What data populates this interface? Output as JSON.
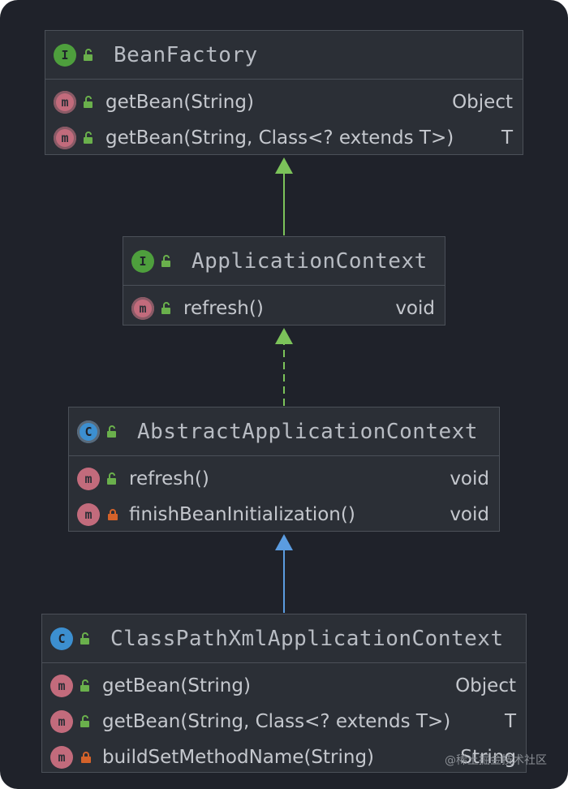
{
  "classes": [
    {
      "name": "BeanFactory",
      "kind": "interface",
      "kind_letter": "I",
      "methods": [
        {
          "signature": "getBean(String)",
          "return_type": "Object",
          "visibility": "public",
          "overridden": true
        },
        {
          "signature": "getBean(String, Class<? extends T>)",
          "return_type": "T",
          "visibility": "public",
          "overridden": true
        }
      ]
    },
    {
      "name": "ApplicationContext",
      "kind": "interface",
      "kind_letter": "I",
      "methods": [
        {
          "signature": "refresh()",
          "return_type": "void",
          "visibility": "public",
          "overridden": true
        }
      ]
    },
    {
      "name": "AbstractApplicationContext",
      "kind": "abstract-class",
      "kind_letter": "C",
      "methods": [
        {
          "signature": "refresh()",
          "return_type": "void",
          "visibility": "public",
          "overridden": false
        },
        {
          "signature": "finishBeanInitialization()",
          "return_type": "void",
          "visibility": "protected",
          "overridden": false
        }
      ]
    },
    {
      "name": "ClassPathXmlApplicationContext",
      "kind": "class",
      "kind_letter": "C",
      "methods": [
        {
          "signature": "getBean(String)",
          "return_type": "Object",
          "visibility": "public",
          "overridden": false
        },
        {
          "signature": "getBean(String, Class<? extends T>)",
          "return_type": "T",
          "visibility": "public",
          "overridden": false
        },
        {
          "signature": "buildSetMethodName(String)",
          "return_type": "String",
          "visibility": "private",
          "overridden": false
        }
      ]
    }
  ],
  "relations": [
    {
      "from": "ApplicationContext",
      "to": "BeanFactory",
      "type": "extends"
    },
    {
      "from": "AbstractApplicationContext",
      "to": "ApplicationContext",
      "type": "implements"
    },
    {
      "from": "ClassPathXmlApplicationContext",
      "to": "AbstractApplicationContext",
      "type": "extends"
    }
  ],
  "colors": {
    "background": "#1f222a",
    "box": "#2b2f36",
    "interface_edge": "#7cc35a",
    "class_edge": "#5b9ce0",
    "method_badge": "#c26b7c",
    "public_lock": "#6ab04c",
    "private_lock": "#d4622a"
  },
  "watermark": "@稀土掘金技术社区"
}
